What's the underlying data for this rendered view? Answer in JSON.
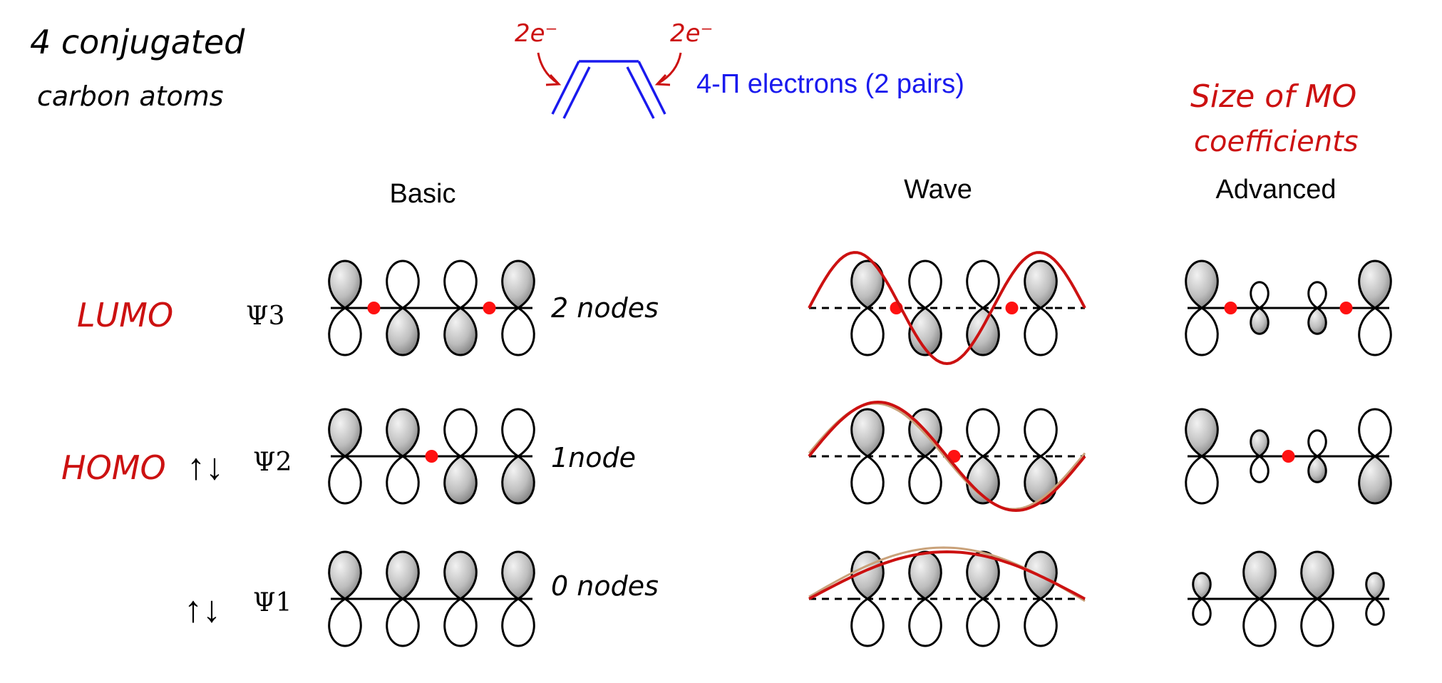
{
  "colors": {
    "ink": "#000000",
    "handwriting_red": "#cc1111",
    "diagram_blue": "#1a1aee",
    "node_red": "#ff1111",
    "lobe_gray_dark": "#777777",
    "lobe_gray_light": "#f2f2f2",
    "wave_tan": "#c9a27a"
  },
  "notes": {
    "conjugated": [
      "4 conjugated",
      "carbon atoms"
    ],
    "electron_label_left": "2e⁻",
    "electron_label_right": "2e⁻",
    "pi_electrons": "4-Π electrons (2 pairs)",
    "mo_size": [
      "Size of MO",
      "coefficients"
    ]
  },
  "headers": {
    "basic": "Basic",
    "wave": "Wave",
    "advanced": "Advanced"
  },
  "orbitals": [
    {
      "psi": "Ψ3",
      "frontier": "LUMO",
      "electrons": "",
      "nodes_label": "2 nodes",
      "phase_up": [
        1,
        0,
        0,
        1
      ],
      "basic_nodes": [
        0.5,
        2.5
      ],
      "adv_coeff": [
        1.0,
        0.55,
        0.55,
        1.0
      ],
      "adv_nodes": [
        0.5,
        2.5
      ]
    },
    {
      "psi": "Ψ2",
      "frontier": "HOMO",
      "electrons": "↑↓",
      "nodes_label": "1node",
      "phase_up": [
        1,
        1,
        0,
        0
      ],
      "basic_nodes": [
        1.5
      ],
      "adv_coeff": [
        1.0,
        0.55,
        0.55,
        1.0
      ],
      "adv_nodes": [
        1.5
      ]
    },
    {
      "psi": "Ψ1",
      "frontier": "",
      "electrons": "↑↓",
      "nodes_label": "0 nodes",
      "phase_up": [
        1,
        1,
        1,
        1
      ],
      "basic_nodes": [],
      "adv_coeff": [
        0.55,
        1.0,
        1.0,
        0.55
      ],
      "adv_nodes": []
    }
  ]
}
